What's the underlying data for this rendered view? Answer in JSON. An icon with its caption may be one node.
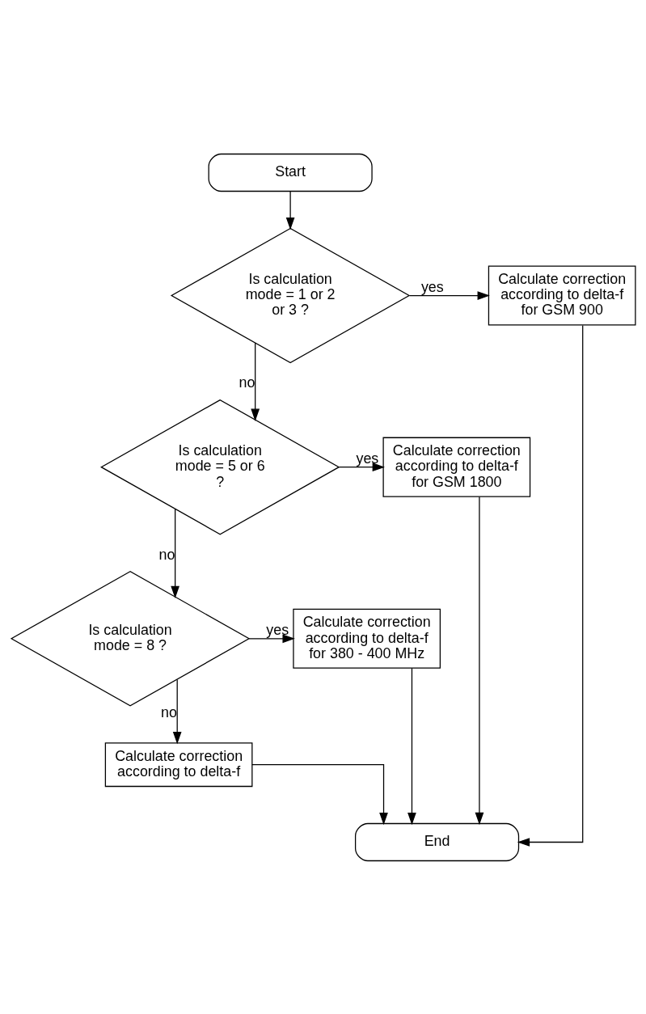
{
  "diagram": {
    "nodes": [
      {
        "text": [
          "Start"
        ]
      },
      {
        "text": [
          "Is calculation mode = 1 or 2 or 3 ?"
        ]
      },
      {
        "text": [
          "Calculate correction according to delta-f for GSM 900"
        ]
      },
      {
        "text": [
          "Is calculation mode = 5 or 6 ?"
        ]
      },
      {
        "text": [
          "Calculate correction according to delta-f for GSM 1800"
        ]
      },
      {
        "text": [
          "Is calculation mode = 8 ?"
        ]
      },
      {
        "text": [
          "Calculate correction according to delta-f for 380 - 400 MHz"
        ]
      },
      {
        "text": [
          "Calculate correction according to delta-f"
        ]
      },
      {
        "text": [
          "End"
        ]
      }
    ],
    "edges": [
      {
        "from": 0,
        "to": 1,
        "arrow": "to"
      },
      {
        "from": 1,
        "to": 2,
        "arrow": "to",
        "label": "yes"
      },
      {
        "from": 1,
        "to": 3,
        "arrow": "to",
        "label": "no"
      },
      {
        "from": 3,
        "to": 4,
        "arrow": "to",
        "label": "yes"
      },
      {
        "from": 3,
        "to": 5,
        "arrow": "to",
        "label": "no"
      },
      {
        "from": 5,
        "to": 6,
        "arrow": "to",
        "label": "yes"
      },
      {
        "from": 5,
        "to": 7,
        "arrow": "to",
        "label": "no"
      },
      {
        "from": 2,
        "to": 8,
        "arrow": "to"
      },
      {
        "from": 4,
        "to": 8,
        "arrow": "to"
      },
      {
        "from": 6,
        "to": 8,
        "arrow": "to"
      },
      {
        "from": 7,
        "to": 8,
        "arrow": "to"
      }
    ]
  }
}
